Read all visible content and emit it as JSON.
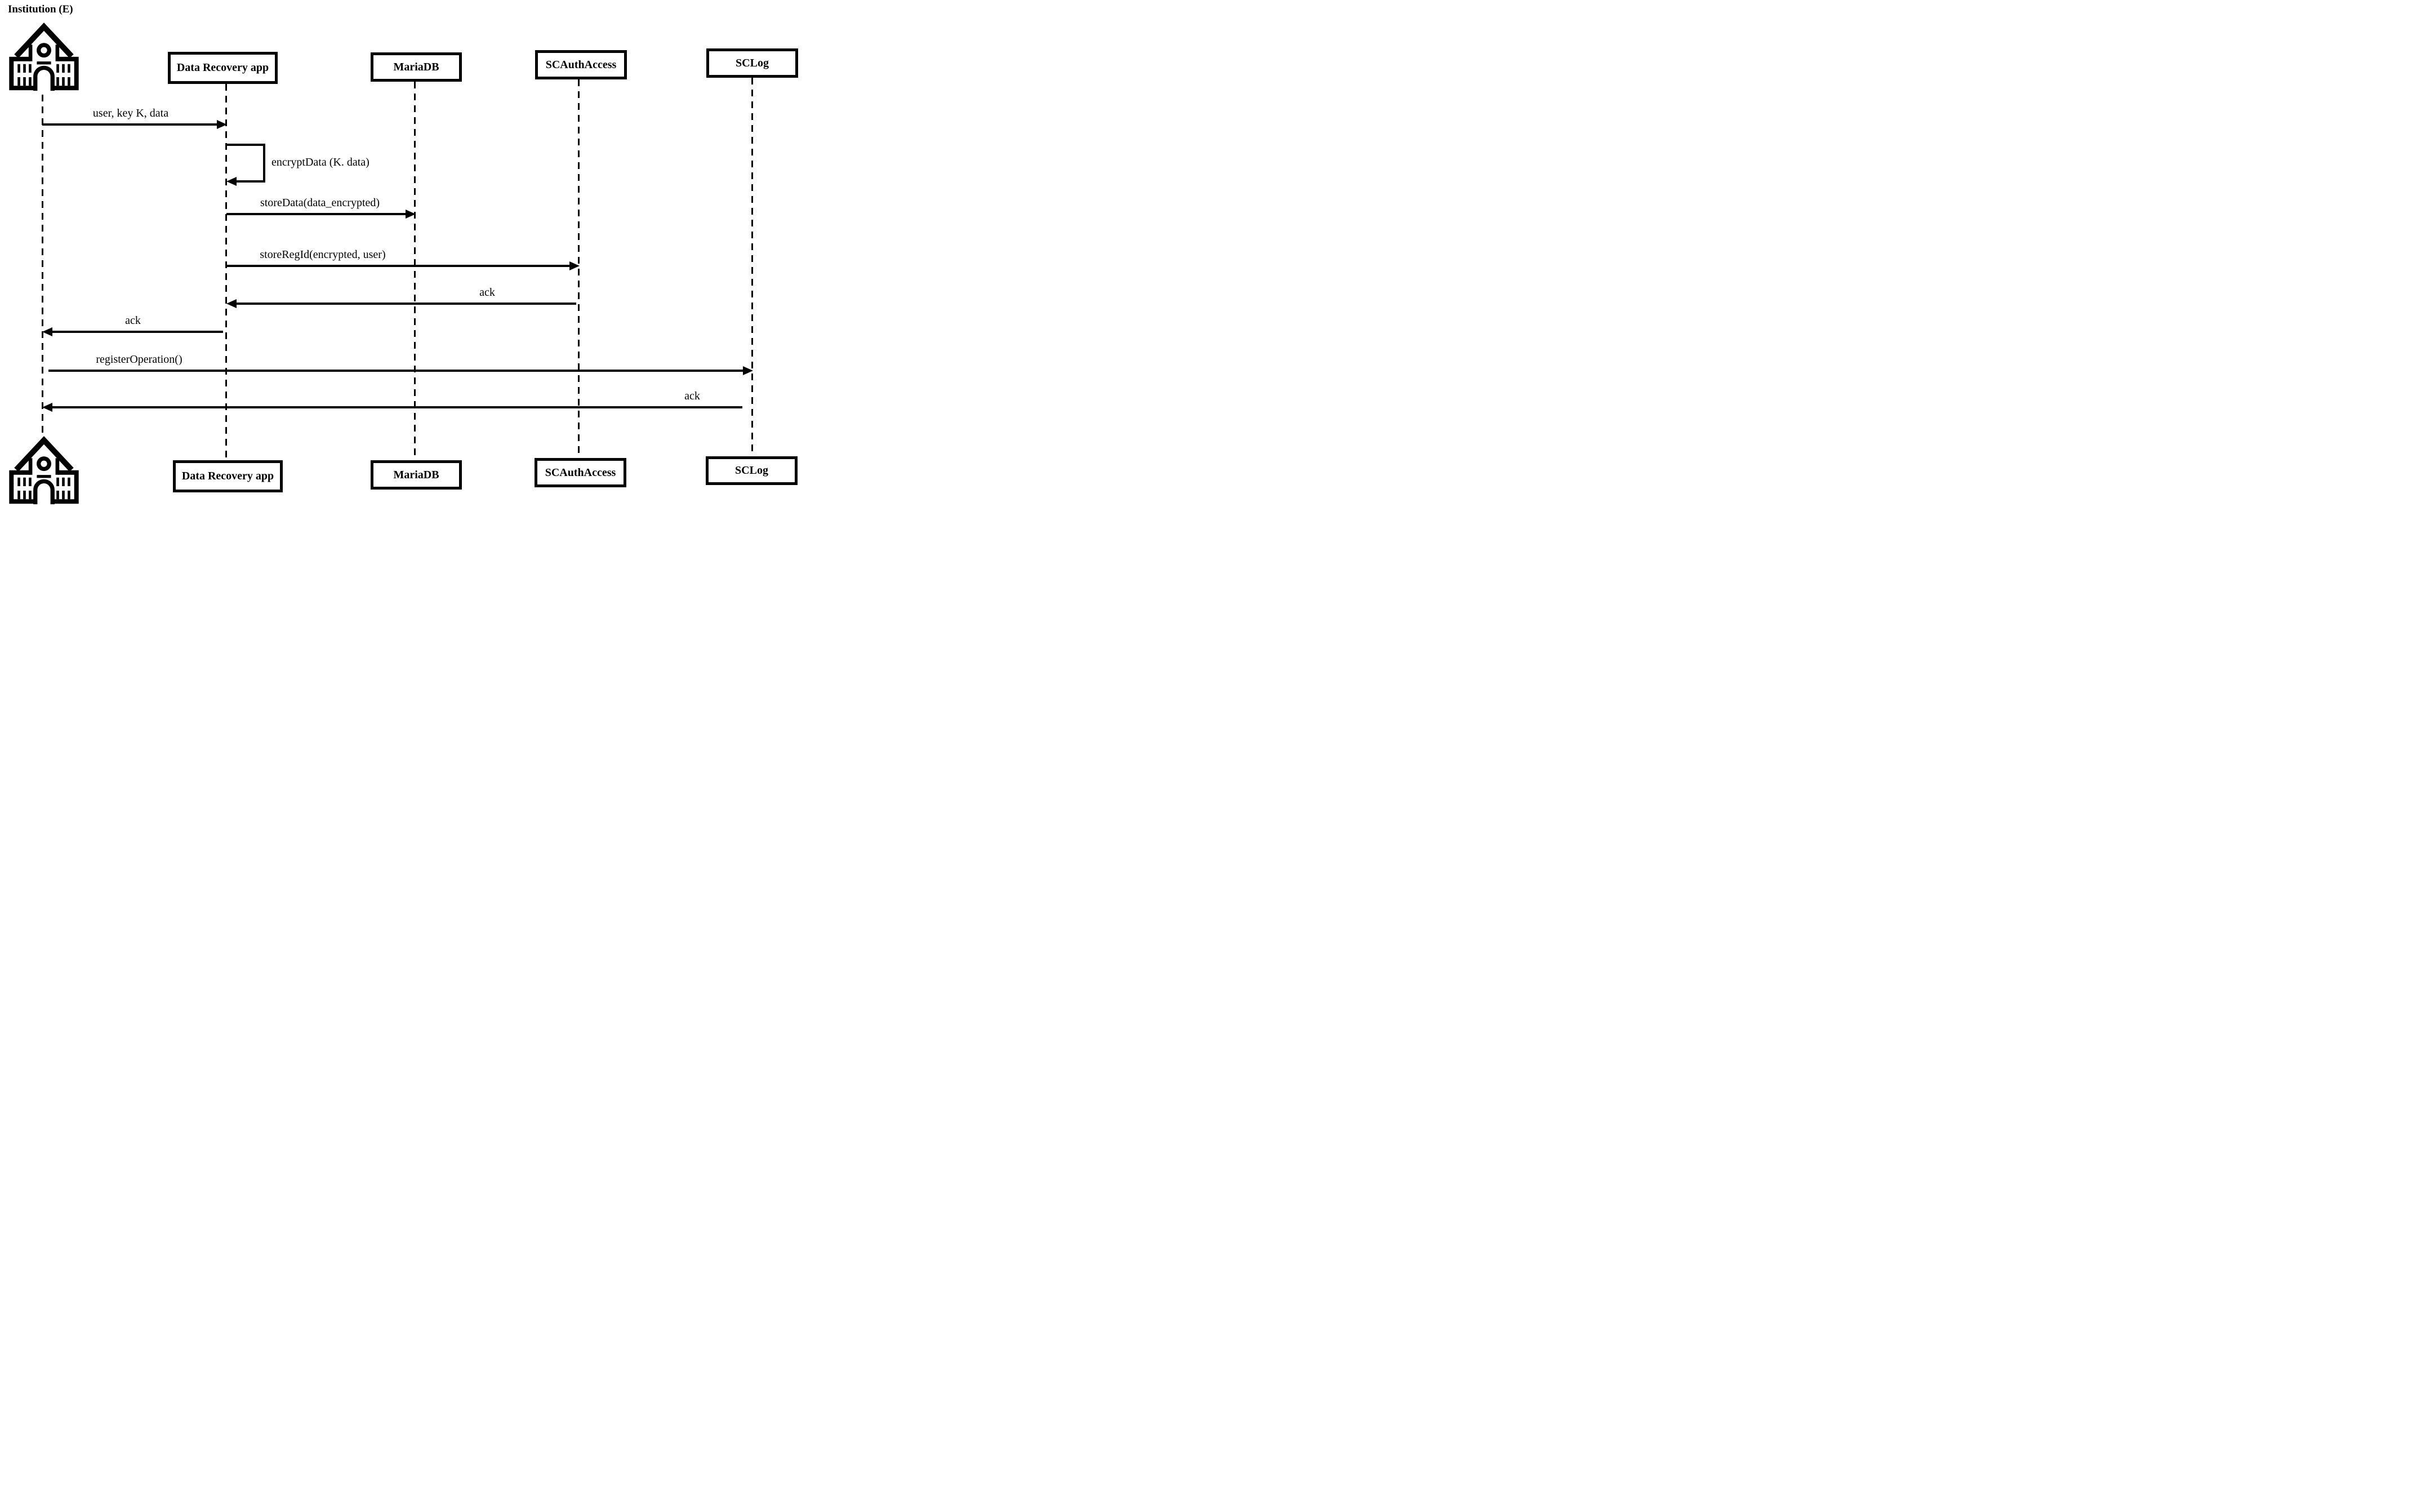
{
  "diagram": {
    "type": "uml-sequence",
    "colors": {
      "line": "#000000",
      "background": "#ffffff"
    },
    "actor": {
      "label": "Institution (E)",
      "icon": "institution-building-icon"
    },
    "participants": [
      {
        "label": "Data Recovery app"
      },
      {
        "label": "MariaDB"
      },
      {
        "label": "SCAuthAccess"
      },
      {
        "label": "SCLog"
      }
    ],
    "messages": [
      {
        "label": "user, key K, data",
        "from": "Institution (E)",
        "to": "Data Recovery app",
        "kind": "arrow-right"
      },
      {
        "label": "encryptData (K. data)",
        "from": "Data Recovery app",
        "to": "Data Recovery app",
        "kind": "self-message"
      },
      {
        "label": "storeData(data_encrypted)",
        "from": "Data Recovery app",
        "to": "MariaDB",
        "kind": "arrow-right"
      },
      {
        "label": "storeRegId(encrypted, user)",
        "from": "Data Recovery app",
        "to": "SCAuthAccess",
        "kind": "arrow-right"
      },
      {
        "label": "ack",
        "from": "SCAuthAccess",
        "to": "Data Recovery app",
        "kind": "arrow-left"
      },
      {
        "label": "ack",
        "from": "Data Recovery app",
        "to": "Institution (E)",
        "kind": "arrow-left"
      },
      {
        "label": "registerOperation()",
        "from": "Institution (E)",
        "to": "SCLog",
        "kind": "arrow-right"
      },
      {
        "label": "ack",
        "from": "SCLog",
        "to": "Institution (E)",
        "kind": "arrow-left"
      }
    ]
  }
}
